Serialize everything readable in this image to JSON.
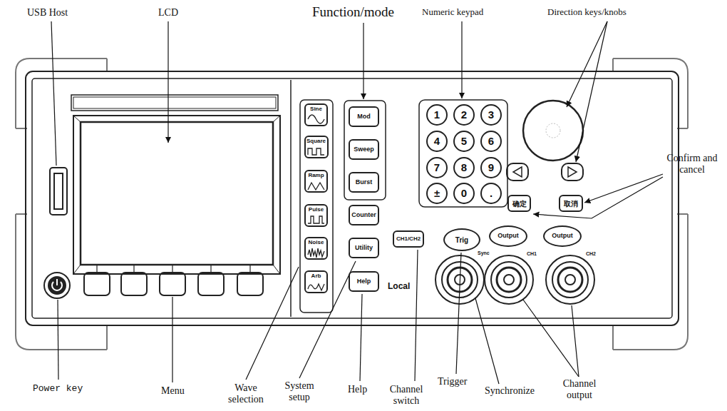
{
  "diagram": {
    "nodes": [
      {
        "text": [
          "Sine"
        ]
      },
      {
        "text": [
          "Square"
        ]
      },
      {
        "text": [
          "Ramp"
        ]
      },
      {
        "text": [
          "Pulse"
        ]
      },
      {
        "text": [
          "Noise"
        ]
      },
      {
        "text": [
          "Arb"
        ]
      },
      {
        "text": [
          "Mod"
        ]
      },
      {
        "text": [
          "Sweep"
        ]
      },
      {
        "text": [
          "Burst"
        ]
      },
      {
        "text": [
          "Counter"
        ]
      },
      {
        "text": [
          "Utility"
        ]
      },
      {
        "text": [
          "Help"
        ]
      },
      {
        "text": [
          "1"
        ]
      },
      {
        "text": [
          "2"
        ]
      },
      {
        "text": [
          "3"
        ]
      },
      {
        "text": [
          "4"
        ]
      },
      {
        "text": [
          "5"
        ]
      },
      {
        "text": [
          "6"
        ]
      },
      {
        "text": [
          "7"
        ]
      },
      {
        "text": [
          "8"
        ]
      },
      {
        "text": [
          "9"
        ]
      },
      {
        "text": [
          "±"
        ]
      },
      {
        "text": [
          "0"
        ]
      },
      {
        "text": [
          "."
        ]
      },
      {
        "text": [
          "确定"
        ]
      },
      {
        "text": [
          "取消"
        ]
      },
      {
        "text": [
          "CH1/CH2"
        ]
      },
      {
        "text": [
          "Trig"
        ]
      },
      {
        "text": [
          "Output"
        ]
      },
      {
        "text": [
          "Output"
        ]
      }
    ],
    "labels": [
      "USB Host",
      "LCD",
      "Function/mode",
      "Numeric keypad",
      "Direction keys/knobs",
      "Confirm and cancel",
      "Power key",
      "Menu",
      "Wave selection",
      "System setup",
      "Help",
      "Channel switch",
      "Trigger",
      "Synchronize",
      "Channel output",
      "Local",
      "Sync",
      "CH1",
      "CH2"
    ]
  }
}
